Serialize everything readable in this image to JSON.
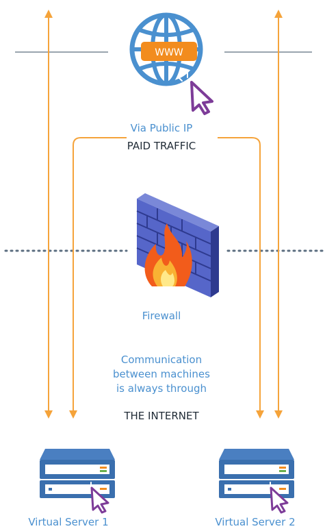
{
  "colors": {
    "orange": "#F5A33A",
    "blue": "#4A90CF",
    "dark_blue": "#3A6FAE",
    "gray_line": "#9AA4AE",
    "dark_text": "#1F2A35",
    "www_orange": "#F28C1E",
    "cursor_purple": "#7D3C98",
    "brick": "#5666C9",
    "fire": "#F25C1B"
  },
  "labels": {
    "www": "WWW",
    "via_public_ip": "Via Public IP",
    "paid_traffic": "PAID TRAFFIC",
    "firewall": "Firewall",
    "communication": "Communication\nbetween machines\nis always through",
    "the_internet": "THE INTERNET",
    "server1": "Virtual Server 1",
    "server2": "Virtual Server 2"
  },
  "icons": {
    "globe": "globe-www-icon",
    "firewall": "firewall-icon",
    "server1": "server-icon",
    "server2": "server-icon",
    "cursor": "cursor-click-icon"
  }
}
